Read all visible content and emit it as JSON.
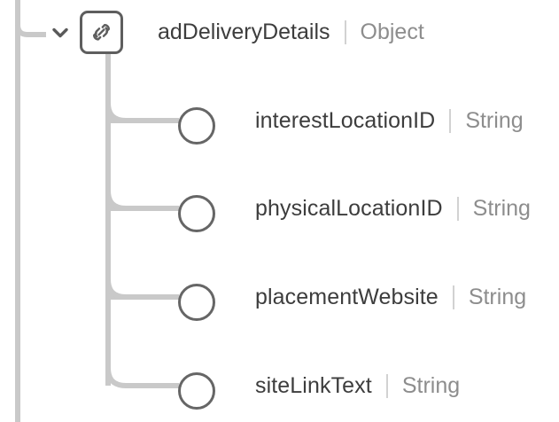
{
  "tree": {
    "root": {
      "name": "adDeliveryDetails",
      "type": "Object",
      "icon": "link-chain-icon",
      "expanded": true,
      "toggle_icon": "chevron-down-icon"
    },
    "children": [
      {
        "name": "interestLocationID",
        "type": "String",
        "node_icon": "circle-node-icon"
      },
      {
        "name": "physicalLocationID",
        "type": "String",
        "node_icon": "circle-node-icon"
      },
      {
        "name": "placementWebsite",
        "type": "String",
        "node_icon": "circle-node-icon"
      },
      {
        "name": "siteLinkText",
        "type": "String",
        "node_icon": "circle-node-icon"
      }
    ]
  },
  "colors": {
    "name_text": "#3d3d3d",
    "type_text": "#8d8d8d",
    "node_stroke": "#666666",
    "icon_stroke": "#5e5e5e",
    "edge_line": "#c9c9c9",
    "divider": "#d2d2d2",
    "background": "#ffffff"
  }
}
